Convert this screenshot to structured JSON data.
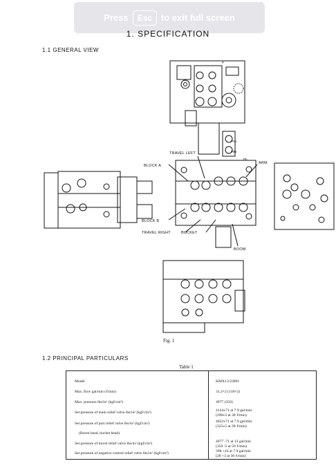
{
  "overlay": {
    "press": "Press",
    "key": "Esc",
    "suffix": "to exit full screen"
  },
  "title": "1.   SPECIFICATION",
  "section_general": "1.1  GENERAL VIEW",
  "callouts": {
    "travel_left": "TRAVEL LEFT",
    "block_a": "BLOCK A",
    "arm": "ARM",
    "block_b": "BLOCK B",
    "travel_right": "TRAVEL RIGHT",
    "bucket": "BUCKET",
    "boom": "BOOM"
  },
  "figure_caption": "Fig. 1",
  "section_particulars": "1.2  PRINCIPAL PARTICULARS",
  "table_caption": "Table 1",
  "table": {
    "rows": [
      {
        "param": "Model",
        "val1": "KMX13/23001",
        "val2": ""
      },
      {
        "param": "Max. flow gal/min (ℓ/min)",
        "val1": "31.2×2 (118×2)",
        "val2": ""
      },
      {
        "param": "Max. pressure lbs/in² (kgf/cm²)",
        "val1": "4977 (350)",
        "val2": ""
      },
      {
        "param": "Set pressure of main relief valve lbs/in² (kgf/cm²)",
        "val1": "4124±71 at 7.9 gal/min",
        "val2": "(290±5 at 30 ℓ/min)"
      },
      {
        "param": "Set pressure of port relief valve lbs/in² (kgf/cm²)",
        "val1": "4622±71 at 7.9 gal/min",
        "val2": "(325±5 at 30 ℓ/min)"
      },
      {
        "param": "(Boom head, bucket head)",
        "val1": "",
        "val2": ""
      },
      {
        "param": "Set pressure of travel relief valve lbs/in² (kgf/cm²)",
        "val1": "4977 -71 at 13 gal/min",
        "val2": "(350 -5 at 50 ℓ/min)"
      },
      {
        "param": "Set pressure of negative control relief valve lbs/in² (kgf/cm²)",
        "val1": "398 +43 at 7.9 gal/min",
        "val2": "(28 +3 at 30 ℓ/min)"
      }
    ]
  }
}
